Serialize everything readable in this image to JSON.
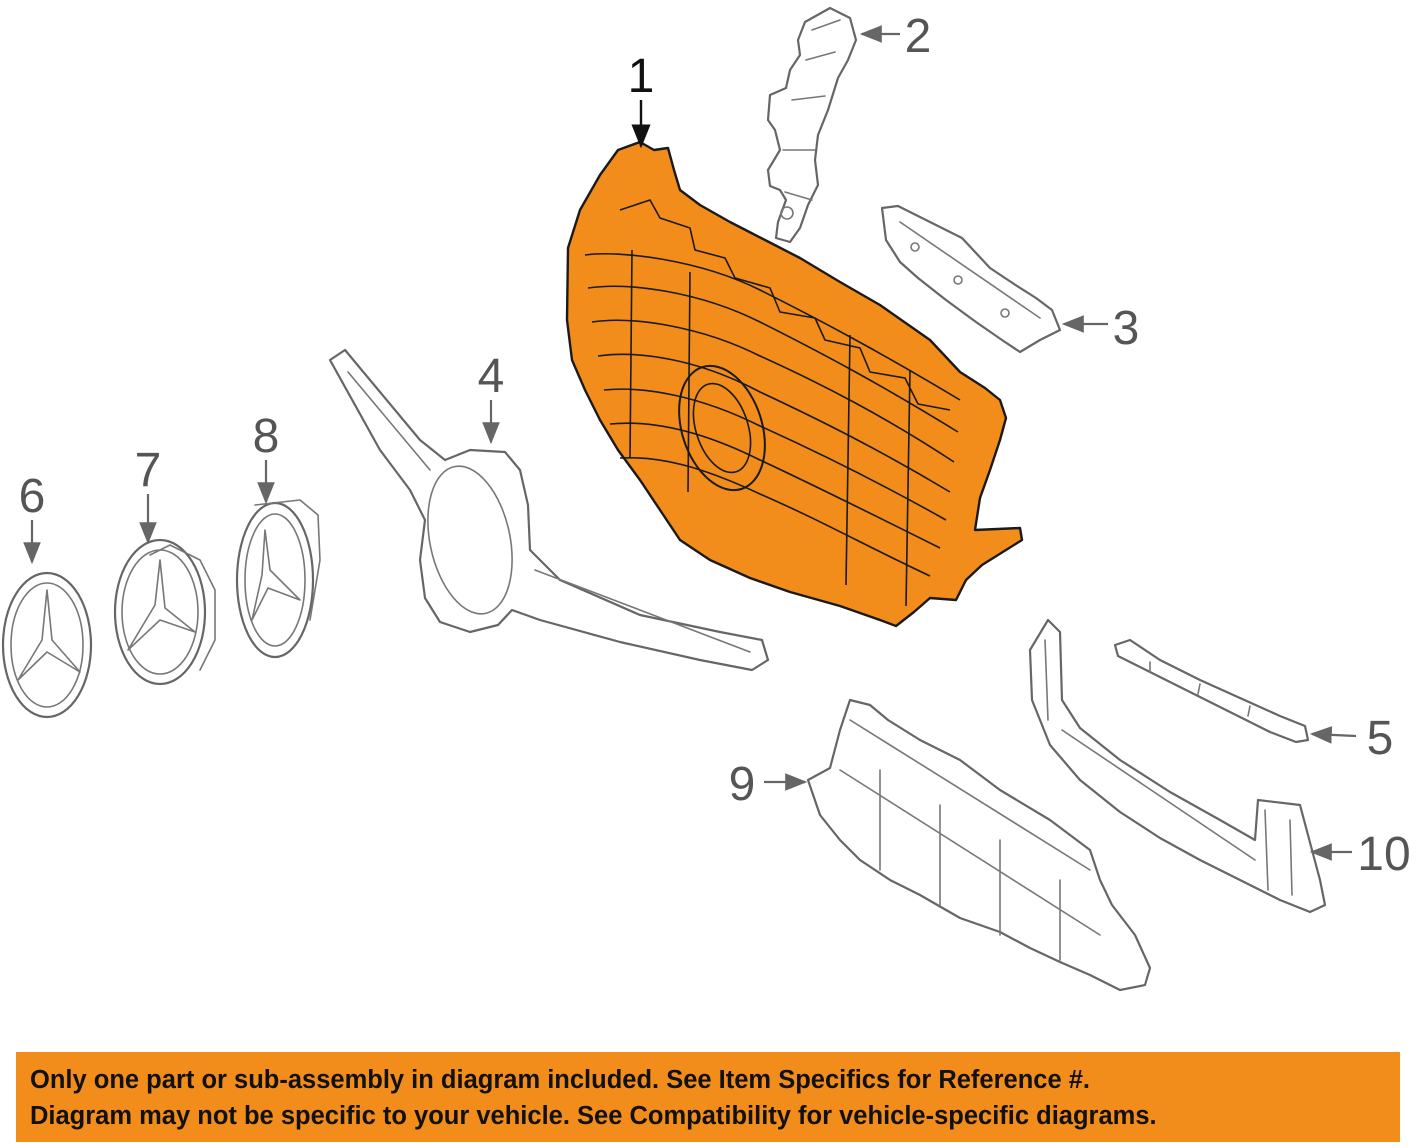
{
  "colors": {
    "highlight": "#F28C1B",
    "highlight_outline": "#1a1a1a",
    "banner_bg": "#F28C1B",
    "part_outline": "#666666"
  },
  "diagram": {
    "callouts": [
      {
        "id": "1",
        "label": "1"
      },
      {
        "id": "2",
        "label": "2"
      },
      {
        "id": "3",
        "label": "3"
      },
      {
        "id": "4",
        "label": "4"
      },
      {
        "id": "5",
        "label": "5"
      },
      {
        "id": "6",
        "label": "6"
      },
      {
        "id": "7",
        "label": "7"
      },
      {
        "id": "8",
        "label": "8"
      },
      {
        "id": "9",
        "label": "9"
      },
      {
        "id": "10",
        "label": "10"
      }
    ],
    "highlighted_part": "1"
  },
  "disclaimer": {
    "line1": "Only one part or sub-assembly in diagram included. See Item Specifics for Reference #.",
    "line2": "Diagram may not be specific to your vehicle. See Compatibility for vehicle-specific diagrams."
  }
}
